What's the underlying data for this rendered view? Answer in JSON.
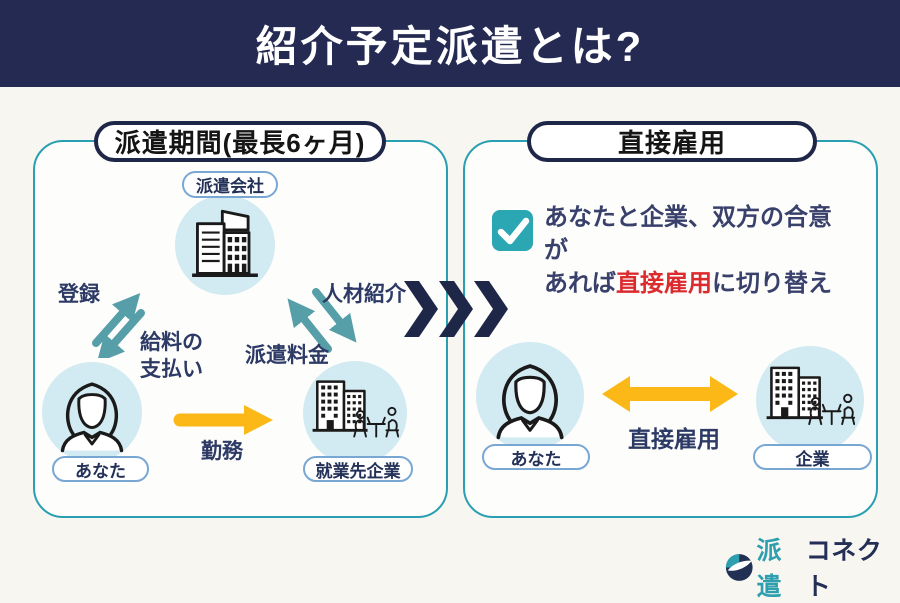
{
  "header": {
    "title": "紹介予定派遣とは?"
  },
  "left_panel": {
    "title": "派遣期間(最長6ヶ月)",
    "agency_label": "派遣会社",
    "you_label": "あなた",
    "client_label": "就業先企業",
    "arrow_register": "登録",
    "arrow_salary_line1": "給料の",
    "arrow_salary_line2": "支払い",
    "arrow_referral": "人材紹介",
    "arrow_fee": "派遣料金",
    "arrow_work": "勤務"
  },
  "right_panel": {
    "title": "直接雇用",
    "note_line1": "あなたと企業、双方の合意が",
    "note_line2_pre": "あれば",
    "note_line2_highlight": "直接雇用",
    "note_line2_post": "に切り替え",
    "you_label": "あなた",
    "company_label": "企業",
    "arrow_label": "直接雇用"
  },
  "footer": {
    "brand_teal": "派遣",
    "brand_navy": "コネクト"
  },
  "colors": {
    "header_bg": "#242a51",
    "panel_border_teal": "#2a9fb1",
    "arrow_teal": "#579fa8",
    "arrow_yellow": "#fcb817",
    "circle_fill": "#d2eaf1",
    "node_pill_border": "#79a7d4",
    "text_navy": "#2d3a66",
    "highlight_red": "#dc2b2f",
    "checkbox_teal": "#2aa7b2",
    "chevron_navy": "#1f2749"
  }
}
